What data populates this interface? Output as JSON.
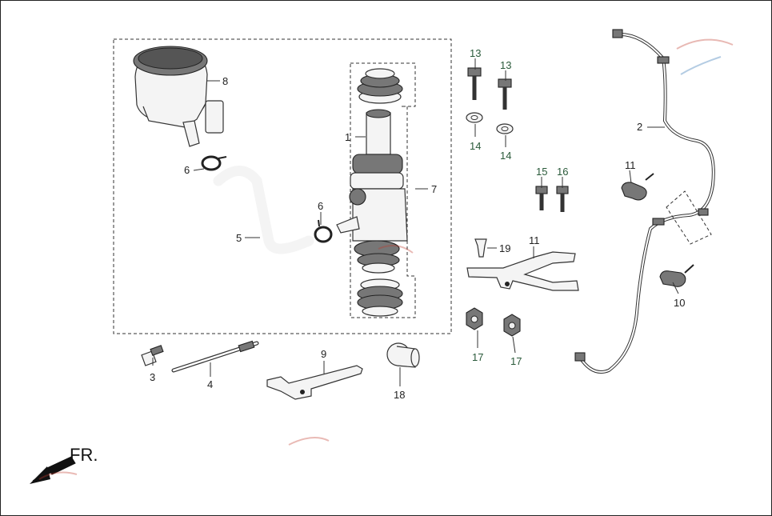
{
  "callouts": {
    "c1": "1",
    "c2": "2",
    "c3": "3",
    "c4": "4",
    "c5": "5",
    "c6a": "6",
    "c6b": "6",
    "c7": "7",
    "c8": "8",
    "c9": "9",
    "c10": "10",
    "c11a": "11",
    "c11b": "11",
    "c13a": "13",
    "c13b": "13",
    "c14a": "14",
    "c14b": "14",
    "c15": "15",
    "c16": "16",
    "c17a": "17",
    "c17b": "17",
    "c18": "18",
    "c19": "19"
  },
  "direction_marker": {
    "label": "FR."
  },
  "colors": {
    "line": "#333333",
    "callout_green": "#2a5a3a",
    "watermark": "#c0392b"
  }
}
